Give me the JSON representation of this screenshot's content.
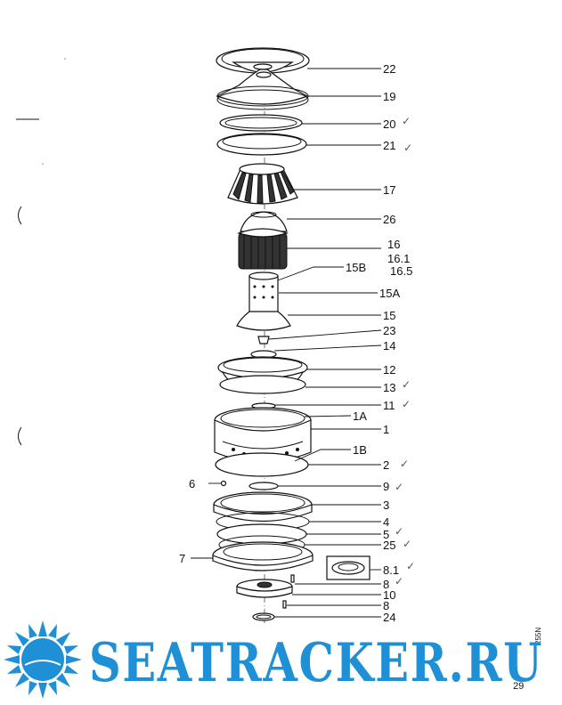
{
  "parts": [
    {
      "id": "22",
      "checked": false
    },
    {
      "id": "19",
      "checked": false
    },
    {
      "id": "20",
      "checked": true
    },
    {
      "id": "21",
      "checked": true
    },
    {
      "id": "17",
      "checked": false
    },
    {
      "id": "26",
      "checked": false
    },
    {
      "id": "16",
      "checked": false
    },
    {
      "id": "16.1",
      "checked": false
    },
    {
      "id": "16.5",
      "checked": false
    },
    {
      "id": "15B",
      "checked": false
    },
    {
      "id": "15A",
      "checked": false
    },
    {
      "id": "15",
      "checked": false
    },
    {
      "id": "23",
      "checked": false
    },
    {
      "id": "14",
      "checked": false
    },
    {
      "id": "12",
      "checked": false
    },
    {
      "id": "13",
      "checked": true
    },
    {
      "id": "11",
      "checked": true
    },
    {
      "id": "1A",
      "checked": false
    },
    {
      "id": "1",
      "checked": false
    },
    {
      "id": "1B",
      "checked": false
    },
    {
      "id": "2",
      "checked": true
    },
    {
      "id": "6",
      "checked": false
    },
    {
      "id": "9",
      "checked": true
    },
    {
      "id": "3",
      "checked": false
    },
    {
      "id": "4",
      "checked": false
    },
    {
      "id": "5",
      "checked": true
    },
    {
      "id": "7",
      "checked": false
    },
    {
      "id": "25",
      "checked": true
    },
    {
      "id": "8.1",
      "checked": true
    },
    {
      "id": "8",
      "checked": true
    },
    {
      "id": "10",
      "checked": false
    },
    {
      "id": "8",
      "checked": false
    },
    {
      "id": "24",
      "checked": false
    }
  ],
  "check_mark": "✓",
  "drawing_code": "255N",
  "page_number": "29",
  "watermark": {
    "text": "SEATRACKER.RU",
    "color": "#1f8fd6",
    "logo": "sun-logo"
  }
}
